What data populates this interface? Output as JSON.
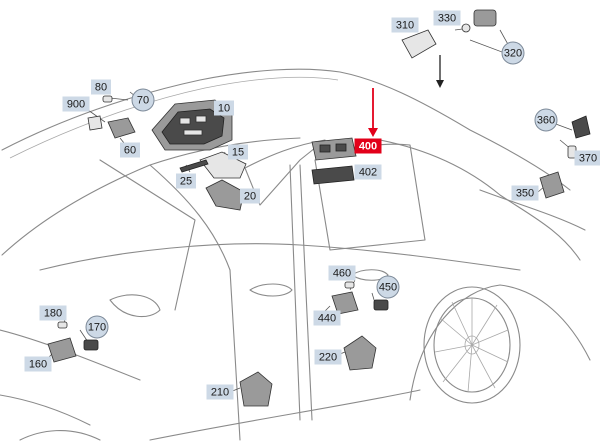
{
  "diagram": {
    "highlight_color": "#e2001a",
    "label_color": "#cdd9e6",
    "parts": [
      {
        "number": "310",
        "style": "box"
      },
      {
        "number": "330",
        "style": "box"
      },
      {
        "number": "320",
        "style": "circle"
      },
      {
        "number": "80",
        "style": "box"
      },
      {
        "number": "70",
        "style": "circle"
      },
      {
        "number": "900",
        "style": "box"
      },
      {
        "number": "10",
        "style": "box"
      },
      {
        "number": "60",
        "style": "box"
      },
      {
        "number": "15",
        "style": "box"
      },
      {
        "number": "25",
        "style": "box"
      },
      {
        "number": "20",
        "style": "box"
      },
      {
        "number": "400",
        "style": "highlight"
      },
      {
        "number": "402",
        "style": "box"
      },
      {
        "number": "360",
        "style": "circle"
      },
      {
        "number": "370",
        "style": "box"
      },
      {
        "number": "350",
        "style": "box"
      },
      {
        "number": "460",
        "style": "box"
      },
      {
        "number": "450",
        "style": "circle"
      },
      {
        "number": "440",
        "style": "box"
      },
      {
        "number": "180",
        "style": "box"
      },
      {
        "number": "170",
        "style": "circle"
      },
      {
        "number": "160",
        "style": "box"
      },
      {
        "number": "220",
        "style": "box"
      },
      {
        "number": "210",
        "style": "box"
      }
    ]
  }
}
